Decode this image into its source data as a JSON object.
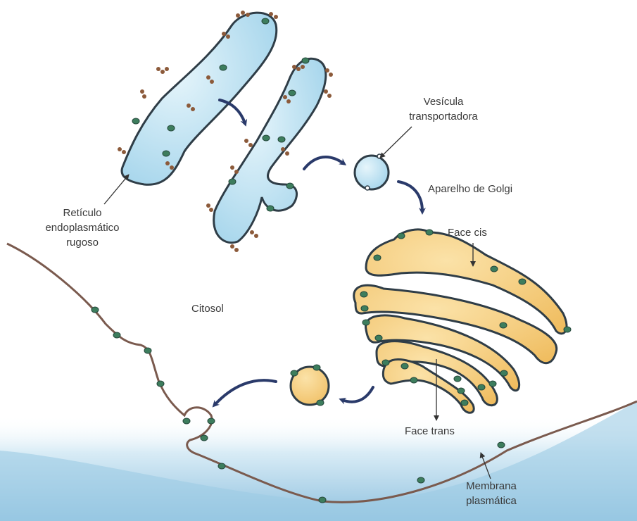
{
  "labels": {
    "rer": [
      "Retículo",
      "endoplasmático",
      "rugoso"
    ],
    "vesicle": [
      "Vesícula",
      "transportadora"
    ],
    "golgi": "Aparelho de Golgi",
    "face_cis": "Face cis",
    "citosol": "Citosol",
    "face_trans": "Face trans",
    "membrane": [
      "Membrana",
      "plasmática"
    ]
  },
  "colors": {
    "er_fill": "#bfe3f2",
    "golgi_fill": "#f6cd7a",
    "outline": "#2f3d47",
    "protein": "#3d7d5d",
    "ribosome": "#8c5a3a",
    "flow_arrow": "#2a3a6a",
    "pointer_arrow": "#333333",
    "extracellular": "#8fc1df"
  }
}
